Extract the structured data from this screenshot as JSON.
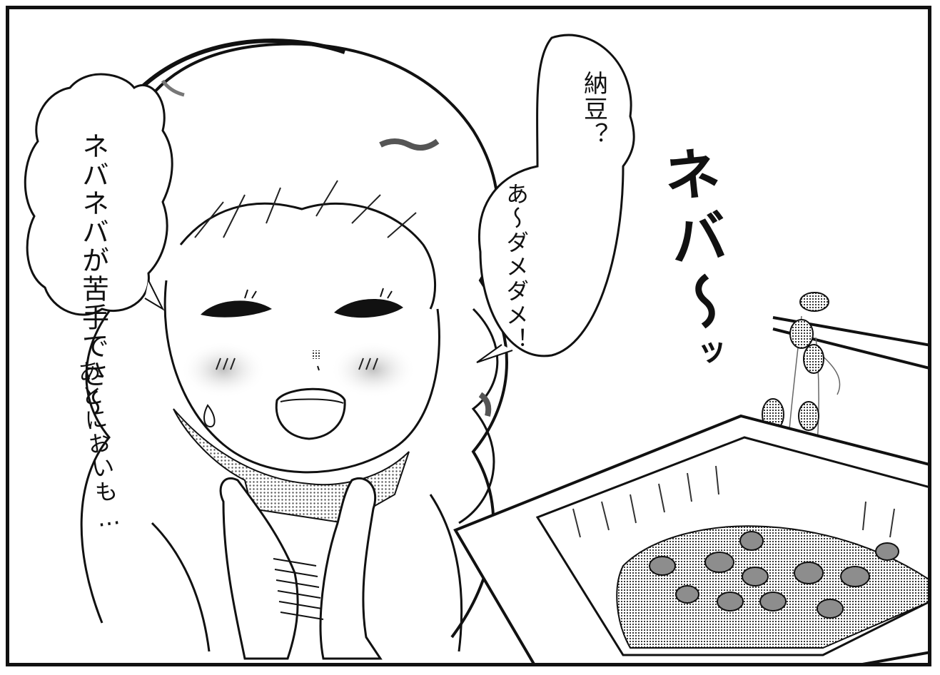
{
  "speech": {
    "left_bubble": "ネバネバが苦手でさ～",
    "right_bubble_title": "納豆？",
    "right_bubble_body": "あ～ダメダメ！"
  },
  "side_note": "あとにおいも…",
  "sfx": {
    "main": "ネバ～",
    "small": "ッ"
  }
}
